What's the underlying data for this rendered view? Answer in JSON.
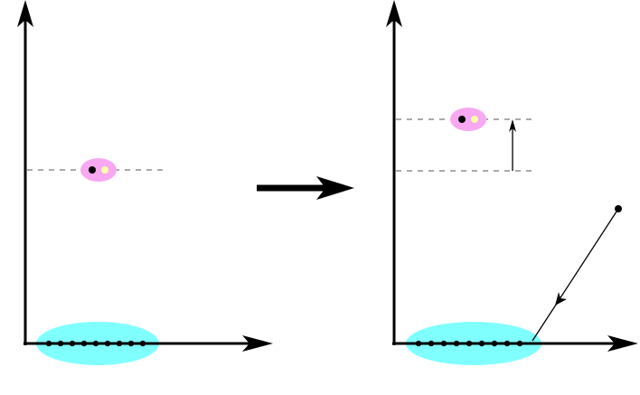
{
  "diagram": {
    "colors": {
      "ground_band": "#80ffff",
      "excited_pair": "#f7a8f0",
      "axis": "#000000",
      "electron_dark": "#000000",
      "electron_light": "#ffffaa",
      "dashed_level": "#555555"
    },
    "left_panel": {
      "ground_dot_count": 9,
      "excited_pair": [
        "dark-electron",
        "light-electron"
      ]
    },
    "right_panel": {
      "ground_dot_count": 9,
      "excited_pair": [
        "dark-electron",
        "light-electron"
      ],
      "incoming_particle": true,
      "level_shift": "up"
    },
    "transition_arrow": "right"
  }
}
